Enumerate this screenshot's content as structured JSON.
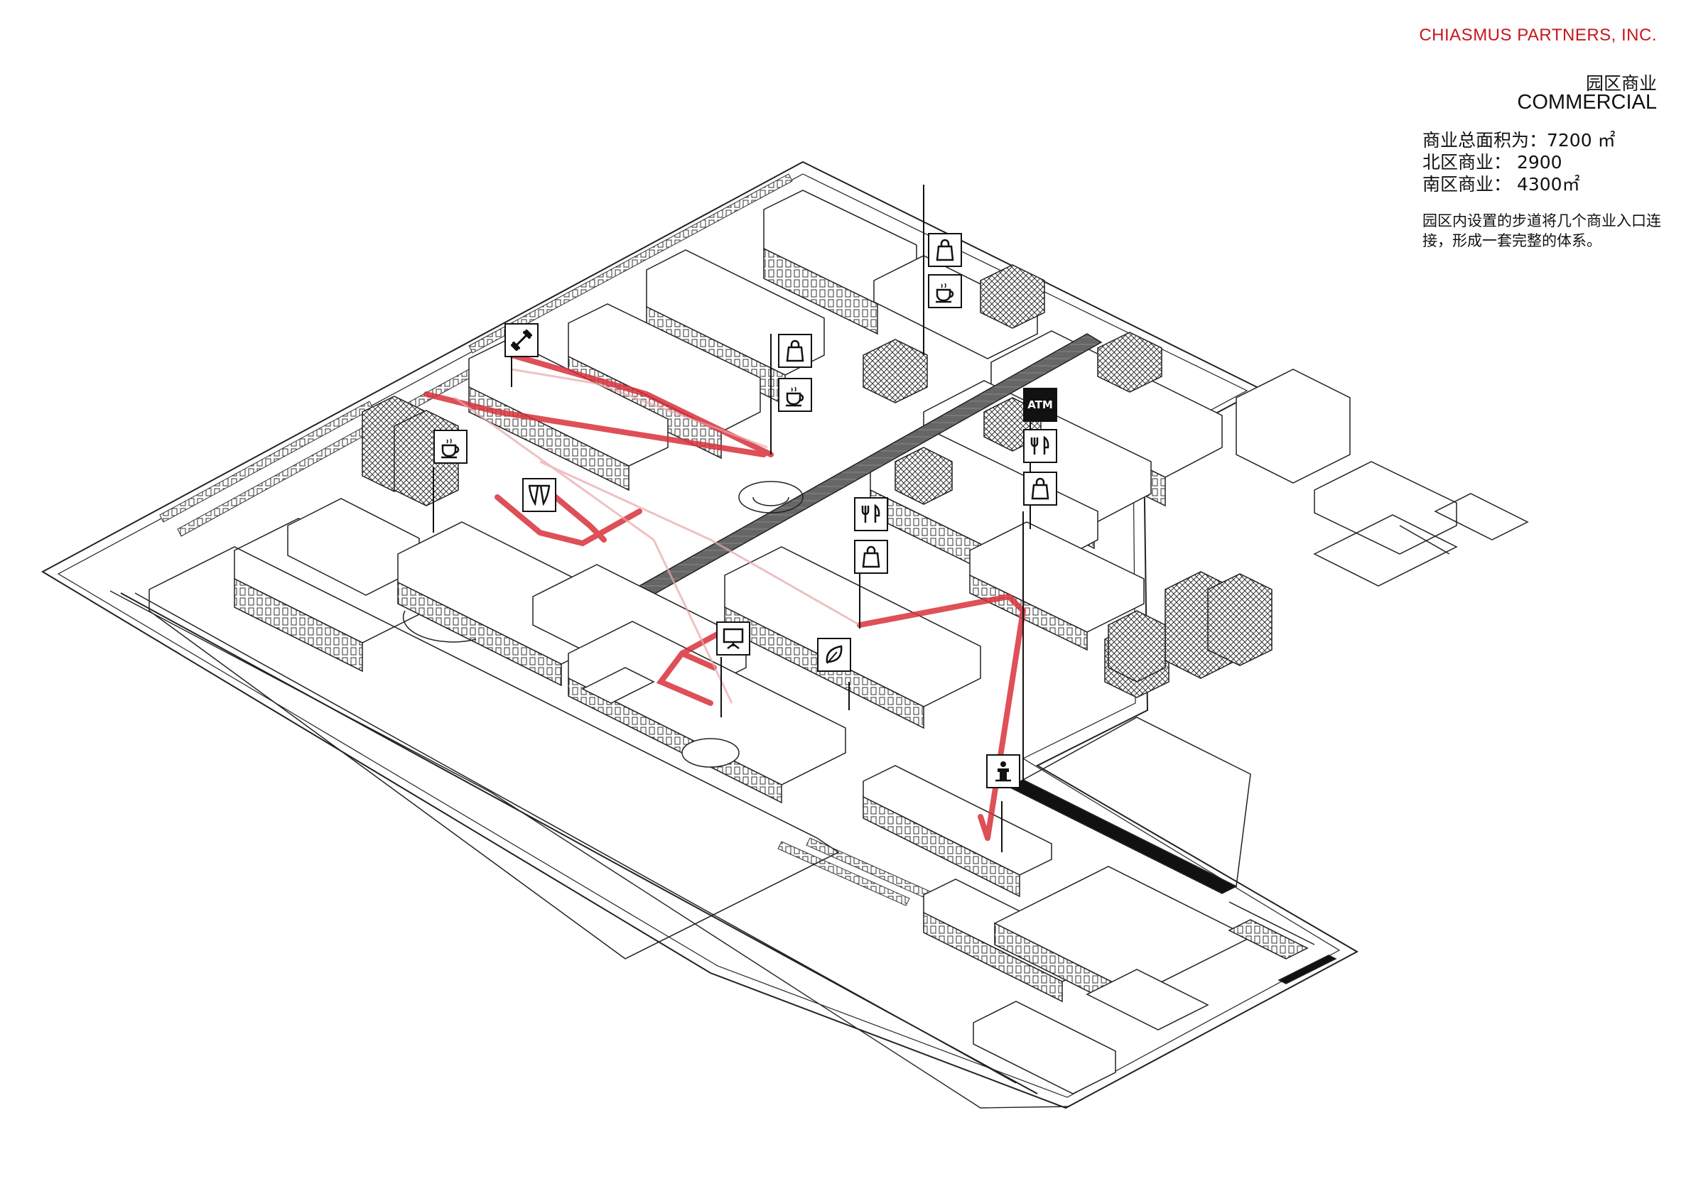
{
  "header": {
    "firm": "CHIASMUS PARTNERS, INC.",
    "title_zh": "园区商业",
    "title_en": "COMMERCIAL"
  },
  "stats": {
    "total": "商业总面积为：7200 ㎡",
    "north": "北区商业：  2900",
    "south": "南区商业：   4300㎡"
  },
  "description": "园区内设置的步道将几个商业入口连接，形成一套完整的体系。",
  "icons": {
    "atm_label": "ATM",
    "list": [
      "shopping-bag-icon",
      "coffee-cup-icon",
      "dumbbell-icon",
      "restaurant-icon",
      "theater-curtain-icon",
      "presentation-board-icon",
      "leaf-icon",
      "speaker-podium-icon"
    ]
  },
  "colors": {
    "route": "#d9313b",
    "firm": "#c8161d",
    "line": "#222222",
    "walkway": "#555555"
  }
}
